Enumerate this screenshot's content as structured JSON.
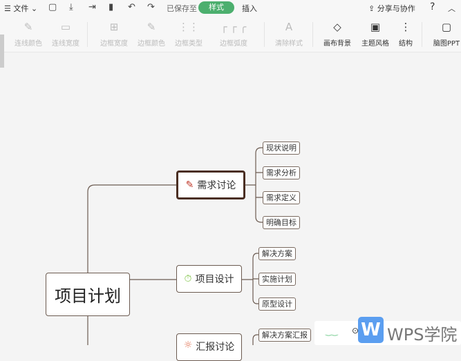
{
  "topbar": {
    "menu": "文件",
    "saved": "已保存至",
    "active_tab": "样式",
    "tab_insert": "插入",
    "share": "分享与协作",
    "help": "?"
  },
  "ribbon": {
    "items": [
      {
        "label": "连线颜色",
        "enabled": false
      },
      {
        "label": "连线宽度",
        "enabled": false
      },
      {
        "label": "边框宽度",
        "enabled": false
      },
      {
        "label": "边框颜色",
        "enabled": false
      },
      {
        "label": "边框类型",
        "enabled": false
      },
      {
        "label": "边框弧度",
        "enabled": false
      },
      {
        "label": "清除样式",
        "enabled": false
      },
      {
        "label": "画布背景",
        "enabled": true
      },
      {
        "label": "主题风格",
        "enabled": true
      },
      {
        "label": "结构",
        "enabled": true
      },
      {
        "label": "脑图PPT",
        "enabled": true
      }
    ]
  },
  "mindmap": {
    "root": "项目计划",
    "branches": [
      {
        "label": "需求讨论",
        "icon": "pencil-icon",
        "children": [
          "现状说明",
          "需求分析",
          "需求定义",
          "明确目标"
        ]
      },
      {
        "label": "项目设计",
        "icon": "stopwatch-icon",
        "children": [
          "解决方案",
          "实施计划",
          "原型设计"
        ]
      },
      {
        "label": "汇报讨论",
        "icon": "sun-icon",
        "children": [
          "解决方案汇报"
        ]
      }
    ]
  },
  "watermark": {
    "text": "WPS学院",
    "logo_letter": "W"
  },
  "colors": {
    "accent": "#4caf6e",
    "line": "#6b5a50",
    "selected_border": "#4a2e22"
  }
}
